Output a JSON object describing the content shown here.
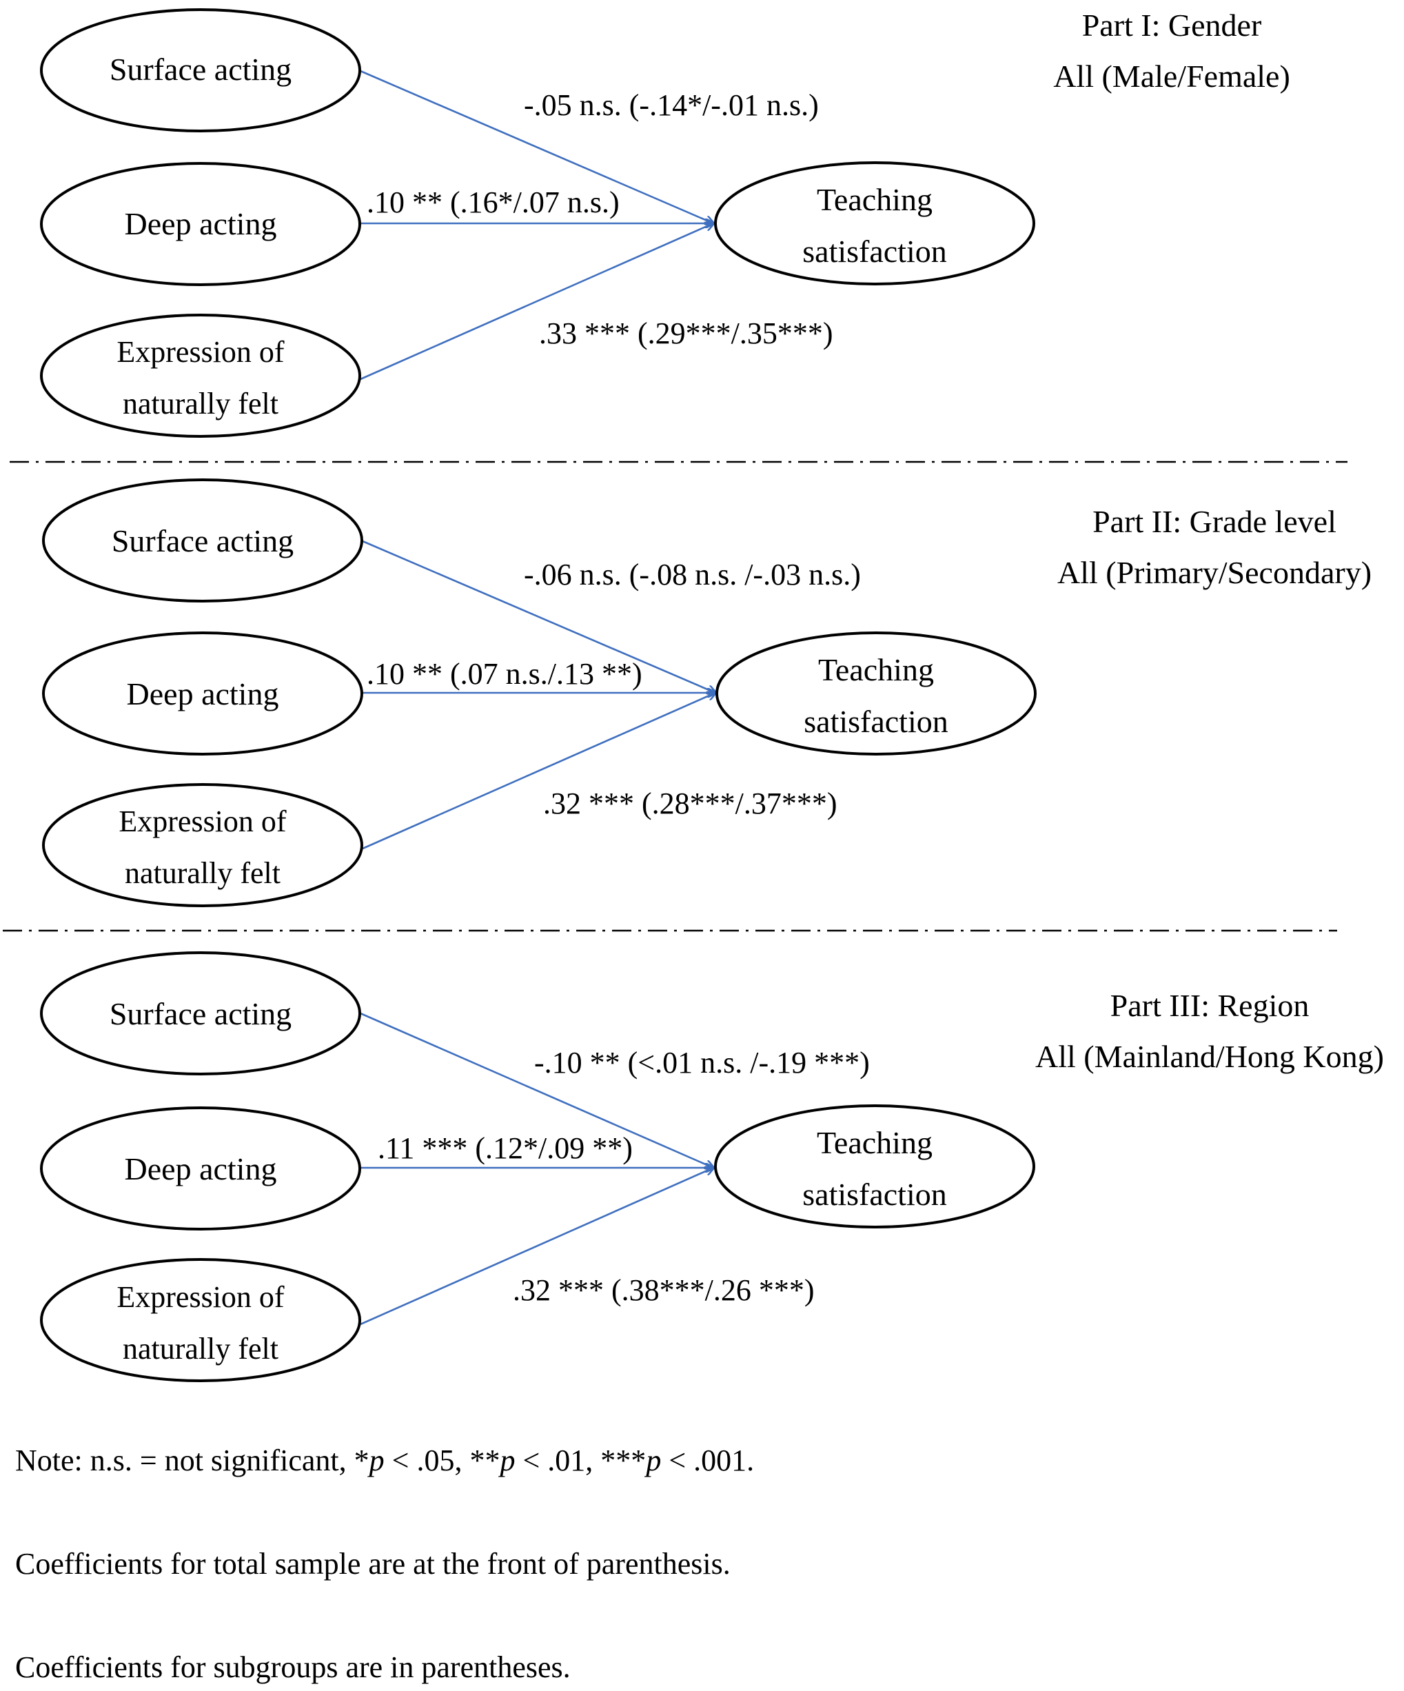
{
  "parts": [
    {
      "title": "Part I: Gender",
      "subtitle": "All (Male/Female)",
      "nodes": {
        "surface": "Surface acting",
        "deep": "Deep acting",
        "expression_line1": "Expression of",
        "expression_line2": "naturally felt",
        "outcome_line1": "Teaching",
        "outcome_line2": "satisfaction"
      },
      "paths": {
        "surface": "-.05 n.s. (-.14*/-.01 n.s.)",
        "deep": ".10 ** (.16*/.07 n.s.)",
        "expression": ".33 *** (.29***/.35***)"
      }
    },
    {
      "title": "Part II: Grade level",
      "subtitle": "All (Primary/Secondary)",
      "nodes": {
        "surface": "Surface acting",
        "deep": "Deep acting",
        "expression_line1": "Expression of",
        "expression_line2": "naturally felt",
        "outcome_line1": "Teaching",
        "outcome_line2": "satisfaction"
      },
      "paths": {
        "surface": "-.06 n.s. (-.08 n.s. /-.03 n.s.)",
        "deep": ".10 ** (.07 n.s./.13 **)",
        "expression": ".32 *** (.28***/.37***)"
      }
    },
    {
      "title": "Part III: Region",
      "subtitle": "All (Mainland/Hong Kong)",
      "nodes": {
        "surface": "Surface acting",
        "deep": "Deep acting",
        "expression_line1": "Expression of",
        "expression_line2": "naturally felt",
        "outcome_line1": "Teaching",
        "outcome_line2": "satisfaction"
      },
      "paths": {
        "surface": "-.10 ** (<.01 n.s. /-.19 ***)",
        "deep": ".11 *** (.12*/.09 **)",
        "expression": ".32 *** (.38***/.26 ***)"
      }
    }
  ],
  "notes": {
    "note_prefix": "Note: n.s. = not significant, *",
    "p1": "p",
    "s1": " < .05, **",
    "p2": "p",
    "s2": " < .01, ***",
    "p3": "p",
    "s3": " < .001.",
    "line2": "Coefficients for total sample are at the front of parenthesis.",
    "line3": "Coefficients for subgroups are in parentheses."
  },
  "colors": {
    "arrow": "#3f6fbf",
    "outline": "#000000"
  }
}
